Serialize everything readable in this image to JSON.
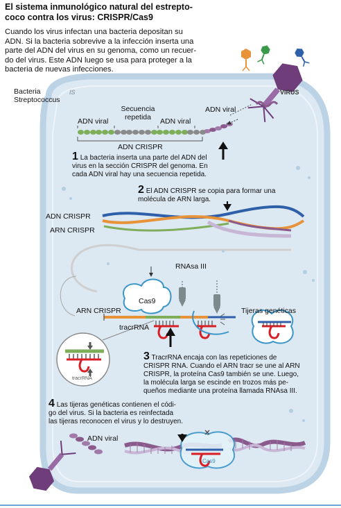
{
  "header": {
    "title_line1": "El sistema inmunológico natural del estrepto-",
    "title_line2": "coco contra los virus: CRISPR/Cas9",
    "intro_lines": [
      "Cuando los virus infectan una bacteria depositan su",
      "ADN. Si la bacteria sobrevive a la infección  inserta una",
      "parte del ADN del virus en su genoma, como un recuer-",
      "do del virus. Este ADN luego se usa para proteger a la",
      "bacteria de nuevas infecciones."
    ]
  },
  "labels": {
    "bacteria_line1": "Bacteria",
    "bacteria_line2": "Streptococcus",
    "virus": "VIRUS",
    "virus_faint": "IS",
    "adn_viral_outside": "ADN viral",
    "adn_viral_1": "ADN viral",
    "secuencia_line1": "Secuencia",
    "secuencia_line2": "repetida",
    "adn_viral_2": "ADN viral",
    "adn_crispr_bracket": "ADN CRISPR",
    "adn_crispr_left": "ADN CRISPR",
    "arn_crispr_left": "ARN CRISPR",
    "rnasa": "RNAsa III",
    "cas9": "Cas9",
    "arn_crispr_3": "ARN CRISPR",
    "tracrrna": "tracrRNA",
    "tracrrna_small": "tracrRNA",
    "tijeras": "Tijeras genéticas",
    "adn_viral_4": "ADN viral",
    "cas9_small": "Cas9"
  },
  "steps": {
    "step1": {
      "number": "1",
      "lines": [
        "La bacteria inserta una parte del ADN del",
        "virus en la sección CRISPR del genoma. En",
        "cada ADN viral hay una secuencia repetida."
      ]
    },
    "step2": {
      "number": "2",
      "lines": [
        "El ADN CRISPR se copia para formar una",
        "molécula de ARN larga."
      ]
    },
    "step3": {
      "number": "3",
      "lines": [
        "TracrRNA encaja con las repeticiones  de",
        "CRISPR RNA. Cuando el ARN tracr se une al ARN",
        "CRISPR, la proteína Cas9 también se une. Luego,",
        "la molécula larga se escinde en trozos más pe-",
        "queños mediante una proteína llamada RNAsa III."
      ]
    },
    "step4": {
      "number": "4",
      "lines": [
        "Las tijeras genéticas contienen el códi-",
        "go del virus. Si la bacteria es reinfectada",
        "las tijeras reconocen el virus y lo destruyen."
      ]
    }
  },
  "colors": {
    "cell_fill": "#dce8f2",
    "cell_stroke": "#bcd3e6",
    "viral_green": "#7fae5a",
    "repeat_gray": "#8a8a8a",
    "viral_purple": "#8b5a8c",
    "orange": "#e8923a",
    "blue": "#2f5fa8",
    "red": "#d81f26",
    "cas9_blue": "#3a95c8",
    "virus_purple": "#6e3d7a"
  }
}
